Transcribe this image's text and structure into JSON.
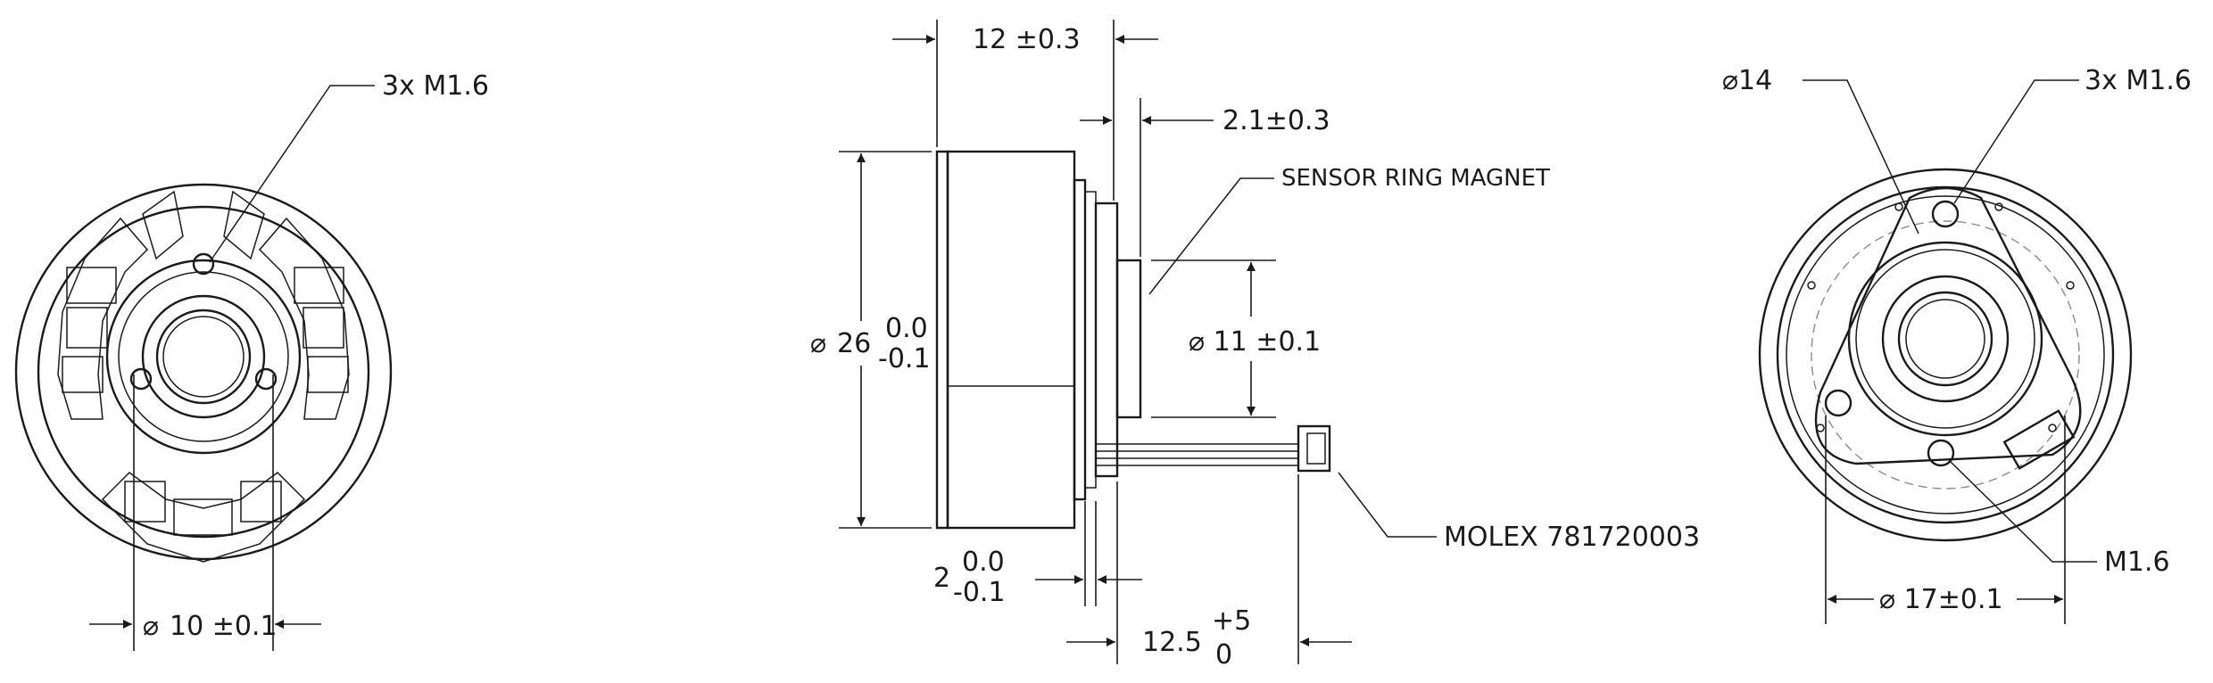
{
  "labels": {
    "front_holes": "3x M1.6",
    "front_bore_dim_sym": "⌀",
    "front_bore_dim": "10 ±0.1",
    "side_length": "12 ±0.3",
    "side_magnet_offset": "2.1±0.3",
    "side_sensor_ring": "SENSOR RING MAGNET",
    "side_outer_sym": "⌀",
    "side_outer_nom": "26",
    "side_outer_tol_upper": "0.0",
    "side_outer_tol_lower": "-0.1",
    "side_magnet_dia": "⌀ 11 ±0.1",
    "side_flange_nom": "2",
    "side_flange_tol_upper": "0.0",
    "side_flange_tol_lower": "-0.1",
    "side_connector": "MOLEX 781720003",
    "side_cable_nom": "12.5",
    "side_cable_tol_upper": "+5",
    "side_cable_tol_lower": "0",
    "rear_dia14": "⌀14",
    "rear_holes": "3x M1.6",
    "rear_m16": "M1.6",
    "rear_dia17": "⌀ 17±0.1"
  }
}
